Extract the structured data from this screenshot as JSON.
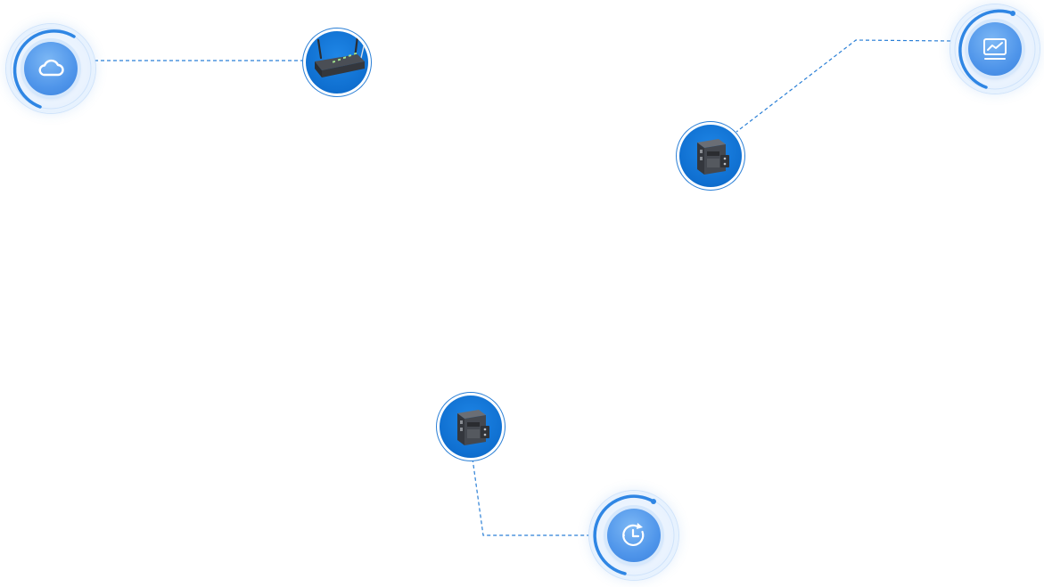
{
  "diagram": {
    "colors": {
      "link": "#2a7fd6",
      "hub_ring": "#2f86e4",
      "hub_core": "#4f95ea",
      "device_disc": "#0f6fd0",
      "device_body": "#3a3d42"
    },
    "nodes": [
      {
        "id": "cloud-hub",
        "kind": "hub",
        "icon": "cloud-icon"
      },
      {
        "id": "router-device",
        "kind": "device",
        "icon": "router-icon"
      },
      {
        "id": "monitor-hub",
        "kind": "hub",
        "icon": "monitor-chart-icon"
      },
      {
        "id": "controller-device-top",
        "kind": "device",
        "icon": "controller-module-icon"
      },
      {
        "id": "controller-device-bottom",
        "kind": "device",
        "icon": "controller-module-icon"
      },
      {
        "id": "clock-hub",
        "kind": "hub",
        "icon": "clock-sync-icon"
      }
    ],
    "links": [
      {
        "from": "cloud-hub",
        "to": "router-device",
        "style": "dashed"
      },
      {
        "from": "monitor-hub",
        "to": "controller-device-top",
        "style": "dashed"
      },
      {
        "from": "controller-device-bottom",
        "to": "clock-hub",
        "style": "dashed"
      }
    ]
  }
}
